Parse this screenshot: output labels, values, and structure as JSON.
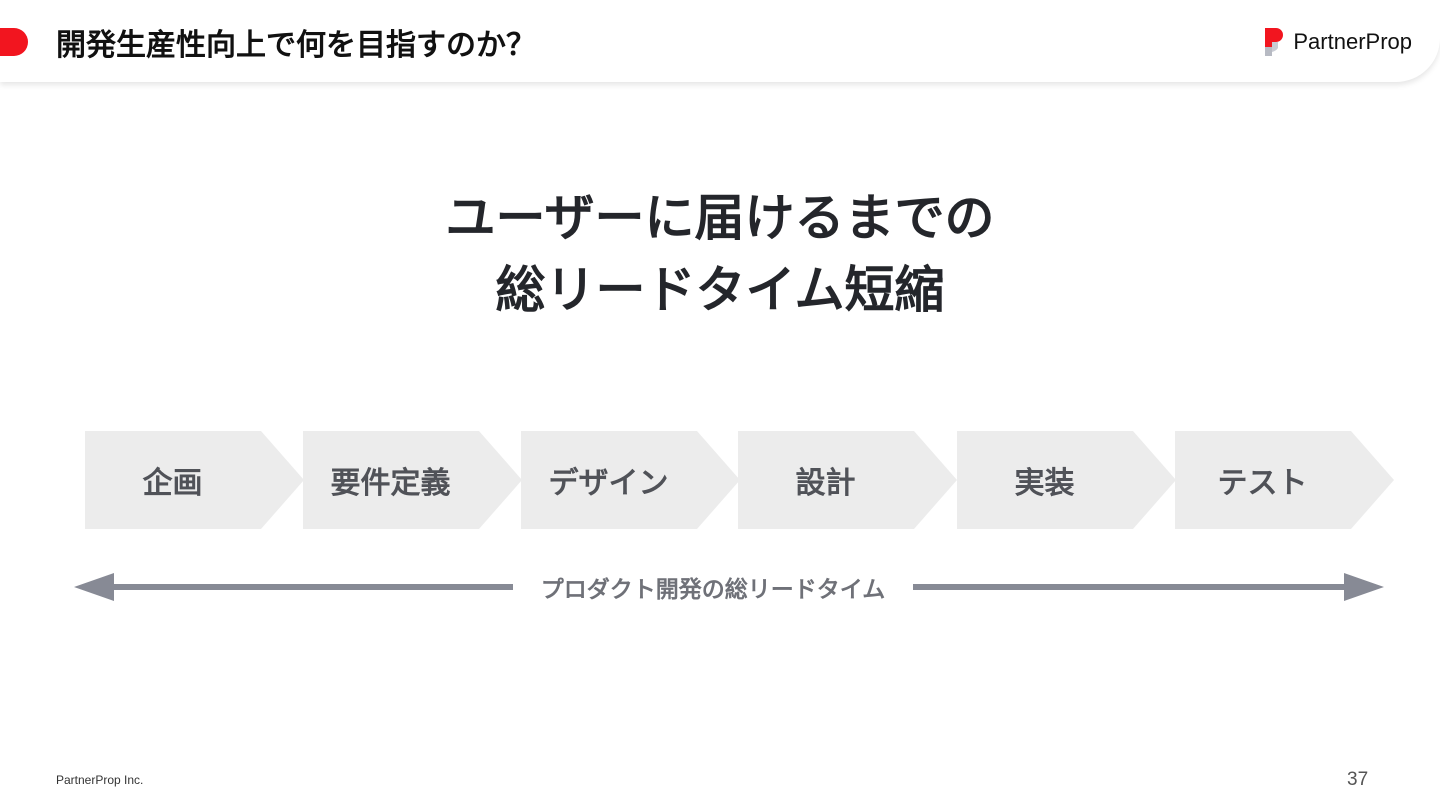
{
  "header": {
    "title": "開発生産性向上で何を目指すのか？",
    "brand_name": "PartnerProp",
    "accent_color": "#f2151f"
  },
  "headline": {
    "line1": "ユーザーに届けるまでの",
    "line2": "総リードタイム短縮"
  },
  "process": {
    "steps": [
      {
        "label": "企画"
      },
      {
        "label": "要件定義"
      },
      {
        "label": "デザイン"
      },
      {
        "label": "設計"
      },
      {
        "label": "実装"
      },
      {
        "label": "テスト"
      }
    ],
    "step_color": "#ececec"
  },
  "lead_time": {
    "label": "プロダクト開発の総リードタイム",
    "arrow_color": "#878a95"
  },
  "footer": {
    "company": "PartnerProp Inc.",
    "page_number": "37"
  }
}
